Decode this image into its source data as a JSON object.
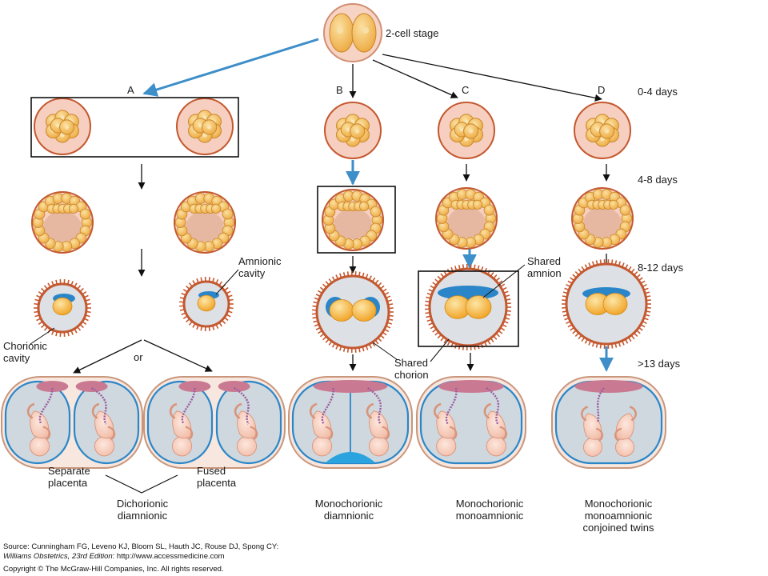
{
  "labels": {
    "two_cell_stage": "2-cell stage",
    "path_a": "A",
    "path_b": "B",
    "path_c": "C",
    "path_d": "D",
    "days_0_4": "0-4 days",
    "days_4_8": "4-8 days",
    "days_8_12": "8-12 days",
    "days_13": ">13 days",
    "amnionic_cavity_1": "Amnionic",
    "amnionic_cavity_2": "cavity",
    "chorionic_cavity_1": "Chorionic",
    "chorionic_cavity_2": "cavity",
    "or": "or",
    "shared_amnion_1": "Shared",
    "shared_amnion_2": "amnion",
    "shared_chorion_1": "Shared",
    "shared_chorion_2": "chorion",
    "separate_placenta_1": "Separate",
    "separate_placenta_2": "placenta",
    "fused_placenta_1": "Fused",
    "fused_placenta_2": "placenta",
    "dichorionic_1": "Dichorionic",
    "dichorionic_2": "diamnionic",
    "mono_di_1": "Monochorionic",
    "mono_di_2": "diamnionic",
    "mono_mono_1": "Monochorionic",
    "mono_mono_2": "monoamnionic",
    "conjoined_1": "Monochorionic",
    "conjoined_2": "monoamnionic",
    "conjoined_3": "conjoined twins"
  },
  "source": {
    "line1": "Source: Cunningham FG, Leveno KJ, Bloom SL, Hauth JC, Rouse DJ, Spong CY:",
    "line2_title": "Williams Obstetrics, 23rd Edition",
    "line2_rest": ": http://www.accessmedicine.com",
    "line3": "Copyright © The McGraw-Hill Companies, Inc. All rights reserved."
  },
  "colors": {
    "blue_arrow": "#3d8ec9",
    "black_arrow": "#111111",
    "cell_fill": "#f2b84b",
    "cell_edge": "#c9862a",
    "zona": "#f6cfc0",
    "chorion": "#c4582f",
    "amnion_blue": "#2a86c8",
    "yolk": "#f3a922",
    "cavity_grey": "#d9dde2",
    "uterus_inner": "#cfd8de",
    "placenta_blue": "#2aa3df"
  }
}
